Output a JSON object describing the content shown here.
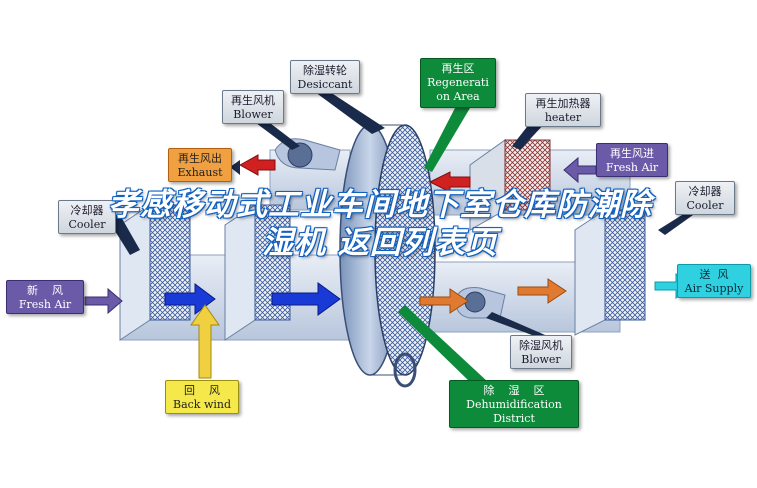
{
  "labels": {
    "desiccant": {
      "zh": "除湿转轮",
      "en": "Desiccant"
    },
    "regeneration_area": {
      "zh": "再生区",
      "en1": "Regenerati",
      "en2": "on Area"
    },
    "regen_blower": {
      "zh": "再生风机",
      "en": "Blower"
    },
    "regen_heater": {
      "zh": "再生加热器",
      "en": "heater"
    },
    "exhaust": {
      "zh": "再生风出",
      "en": "Exhaust"
    },
    "fresh_air_in": {
      "zh": "再生风进",
      "en": "Fresh Air"
    },
    "cooler_left": {
      "zh": "冷却器",
      "en": "Cooler"
    },
    "cooler_right": {
      "zh": "冷却器",
      "en": "Cooler"
    },
    "fresh_air": {
      "zh": "新    风",
      "en": "Fresh Air"
    },
    "air_supply": {
      "zh": "送  风",
      "en": "Air Supply"
    },
    "back_wind": {
      "zh": "回    风",
      "en": "Back wind"
    },
    "process_blower": {
      "zh": "除湿风机",
      "en": "Blower"
    },
    "dehumidification": {
      "zh": "除    湿    区",
      "en1": "Dehumidification",
      "en2": "District"
    }
  },
  "overlay_title": "孝感移动式工业车间地下室仓库防潮除湿机  返回列表页",
  "colors": {
    "overlay_outline": "#1060c0",
    "process_arrow": "#1a3ad8",
    "regen_arrow": "#e07a30",
    "back_arrow": "#f0d040",
    "exhaust_arrow": "#d02020"
  }
}
